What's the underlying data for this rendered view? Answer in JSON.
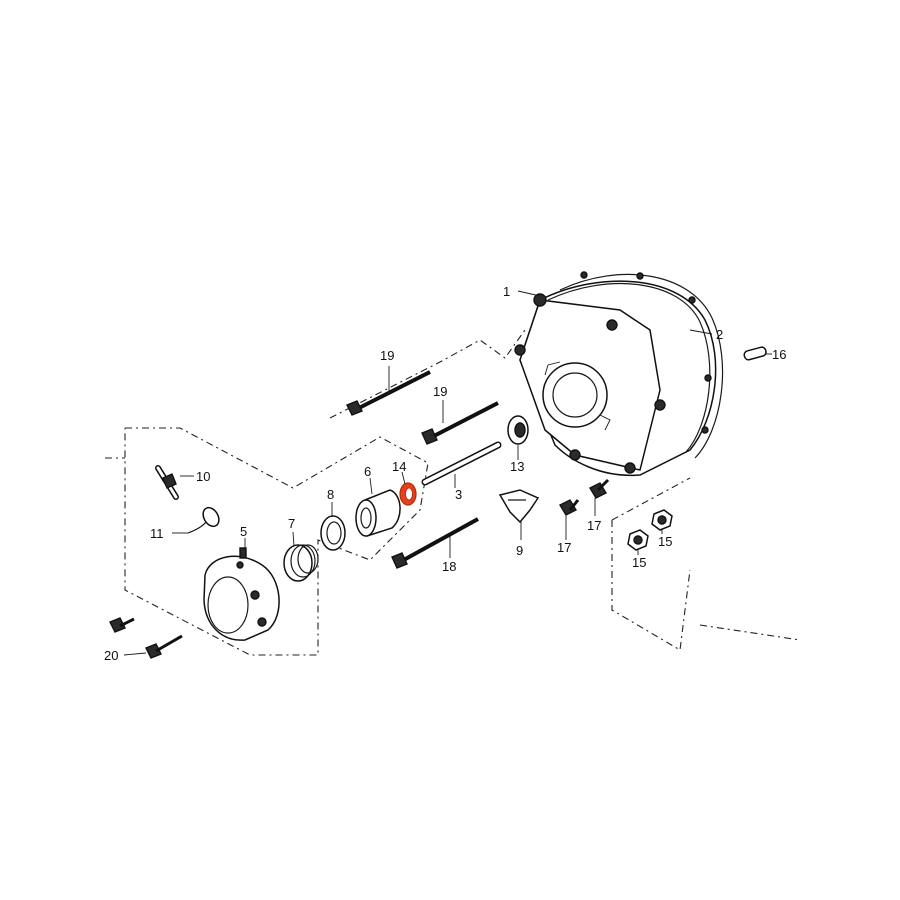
{
  "labels": [
    {
      "key": "p1",
      "text": "1"
    },
    {
      "key": "p2",
      "text": "2"
    },
    {
      "key": "p3",
      "text": "3"
    },
    {
      "key": "p5",
      "text": "5"
    },
    {
      "key": "p6",
      "text": "6"
    },
    {
      "key": "p7",
      "text": "7"
    },
    {
      "key": "p8",
      "text": "8"
    },
    {
      "key": "p9",
      "text": "9"
    },
    {
      "key": "p10",
      "text": "10"
    },
    {
      "key": "p11",
      "text": "11"
    },
    {
      "key": "p13",
      "text": "13"
    },
    {
      "key": "p14",
      "text": "14"
    },
    {
      "key": "p15a",
      "text": "15"
    },
    {
      "key": "p15b",
      "text": "15"
    },
    {
      "key": "p16",
      "text": "16"
    },
    {
      "key": "p17a",
      "text": "17"
    },
    {
      "key": "p17b",
      "text": "17"
    },
    {
      "key": "p18",
      "text": "18"
    },
    {
      "key": "p19a",
      "text": "19"
    },
    {
      "key": "p19b",
      "text": "19"
    },
    {
      "key": "p20",
      "text": "20"
    }
  ],
  "highlight": {
    "part": "14",
    "color": "#e8401c"
  }
}
